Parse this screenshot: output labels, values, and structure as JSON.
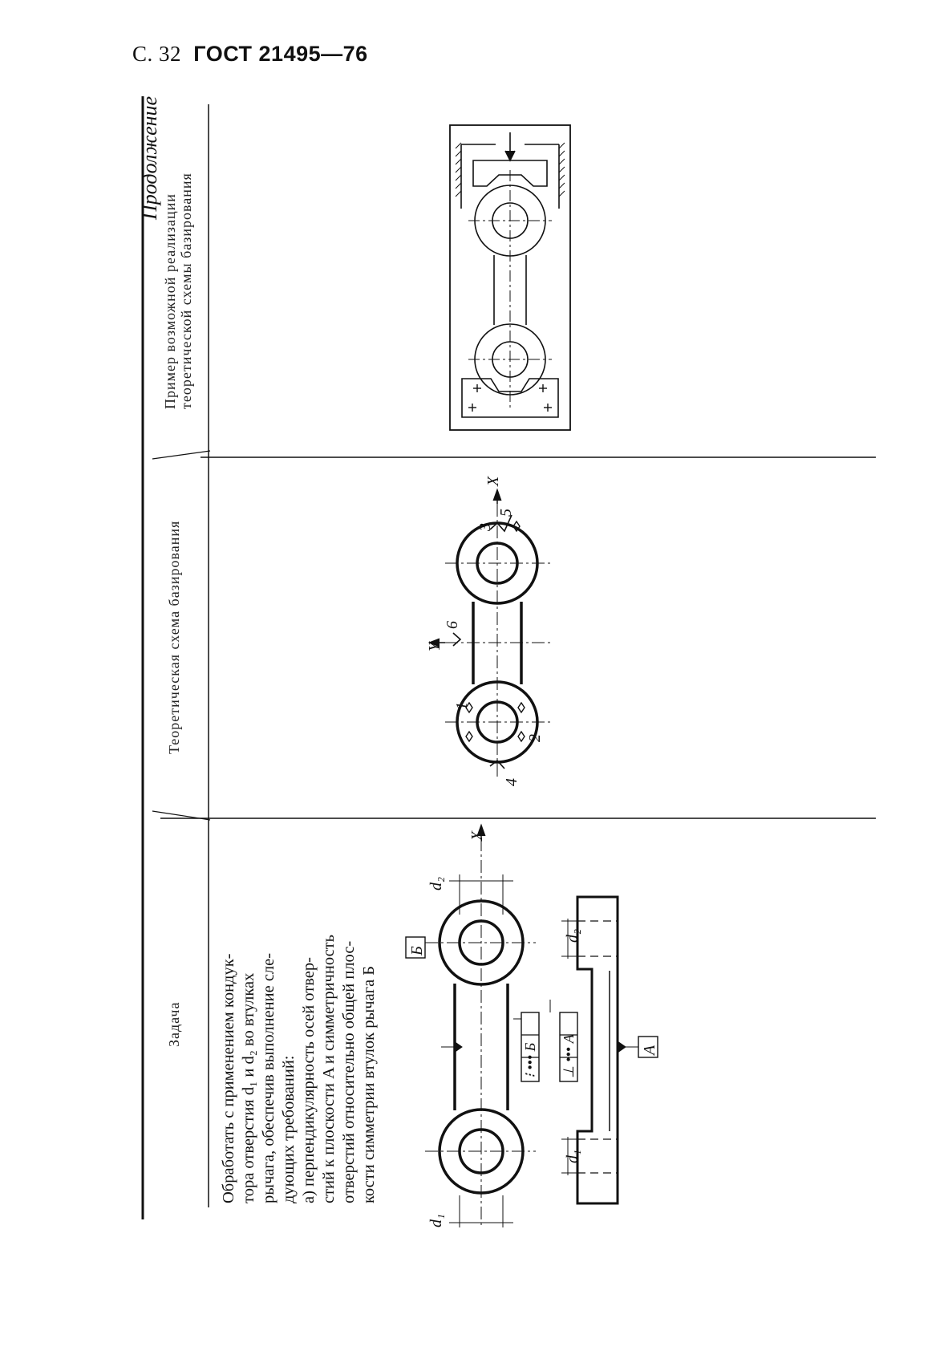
{
  "header": {
    "page": "С. 32",
    "standard": "ГОСТ 21495—76"
  },
  "continuation": "Продолжение",
  "columns": {
    "task": "Задача",
    "scheme": "Теоретическая схема базирования",
    "example_line1": "Пример возможной реализации",
    "example_line2": "теоретической схемы базирования"
  },
  "task": {
    "line1": "Обработать с применением кондук-",
    "line2": "тора отверстия d₁ и d₂ во втулках",
    "line3": "рычага, обеспечив выполнение сле-",
    "line4": "дующих требований:",
    "line5": "а) перпендикулярность осей отвер-",
    "line6": "стий к плоскости A и симметричность",
    "line7": "отверстий относительно общей плос-",
    "line8": "кости симметрии втулок рычага Б"
  },
  "task_drawing": {
    "axis_x": "X",
    "d1": "d₁",
    "d2": "d₂",
    "base_b": "Б",
    "base_a": "А",
    "tol_sym": "⁝ ••• Б",
    "tol_perp": "⊥ ••• А"
  },
  "scheme_drawing": {
    "axis_x": "X",
    "axis_y": "Y",
    "p1": "1",
    "p2": "2",
    "p3": "3",
    "p4": "4",
    "p5": "5",
    "p6": "6"
  }
}
